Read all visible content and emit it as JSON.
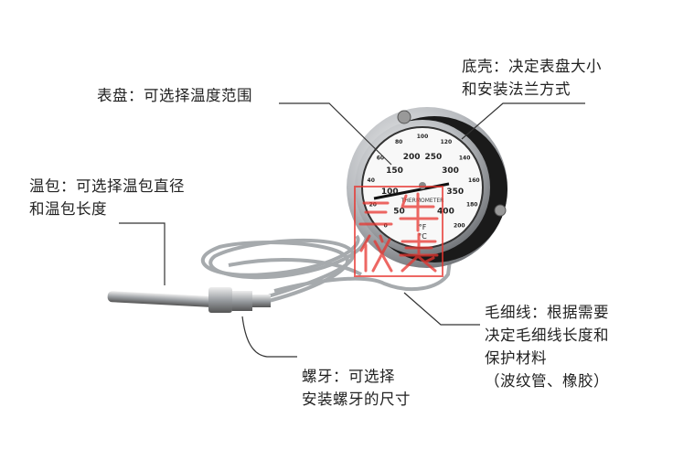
{
  "annotations": {
    "dial": [
      "表盘：可选择温度范围"
    ],
    "case": [
      "底壳：决定表盘大小",
      "和安装法兰方式"
    ],
    "bulb": [
      "温包：可选择温包直径",
      "和温包长度"
    ],
    "capillary": [
      "毛细线：根据需要",
      "决定毛细线长度和",
      "保护材料",
      "（波纹管、橡胶）"
    ],
    "thread": [
      "螺牙：可选择",
      "安装螺牙的尺寸"
    ]
  },
  "gauge": {
    "outer_scale": [
      "0",
      "20",
      "40",
      "60",
      "80",
      "100",
      "120",
      "140",
      "160",
      "180",
      "200"
    ],
    "inner_scale": [
      "50",
      "100",
      "150",
      "200",
      "250",
      "300",
      "350",
      "400"
    ],
    "dial_text": "THERMOMETER",
    "units": [
      "°F",
      "°C"
    ]
  },
  "watermark": "三牛仪表",
  "colors": {
    "text": "#222222",
    "leader": "#333333",
    "watermark": "#e8352f",
    "steel": "#b9bcc0",
    "case_dark": "#1a1a1a"
  }
}
